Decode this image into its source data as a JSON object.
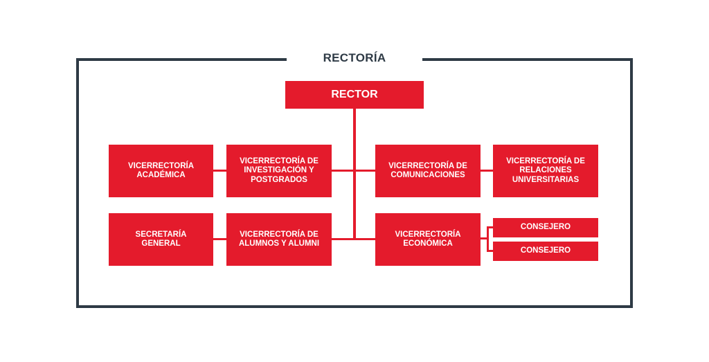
{
  "frame": {
    "title": "RECTORÍA"
  },
  "rector": {
    "label": "RECTOR"
  },
  "boxes": {
    "vr_academica": "VICERRECTORÍA\nACADÉMICA",
    "vr_investigacion": "VICERRECTORÍA DE\nINVESTIGACIÓN Y\nPOSTGRADOS",
    "vr_comunicaciones": "VICERRECTORÍA DE\nCOMUNICACIONES",
    "vr_relaciones": "VICERRECTORÍA DE\nRELACIONES\nUNIVERSITARIAS",
    "secretaria_general": "SECRETARÍA\nGENERAL",
    "vr_alumnos": "VICERRECTORÍA DE\nALUMNOS Y ALUMNI",
    "vr_economica": "VICERRECTORÍA\nECONÓMICA",
    "consejero_1": "CONSEJERO",
    "consejero_2": "CONSEJERO"
  },
  "colors": {
    "box": "#e41b2c",
    "frame": "#2e3a45",
    "text_on_box": "#ffffff"
  }
}
